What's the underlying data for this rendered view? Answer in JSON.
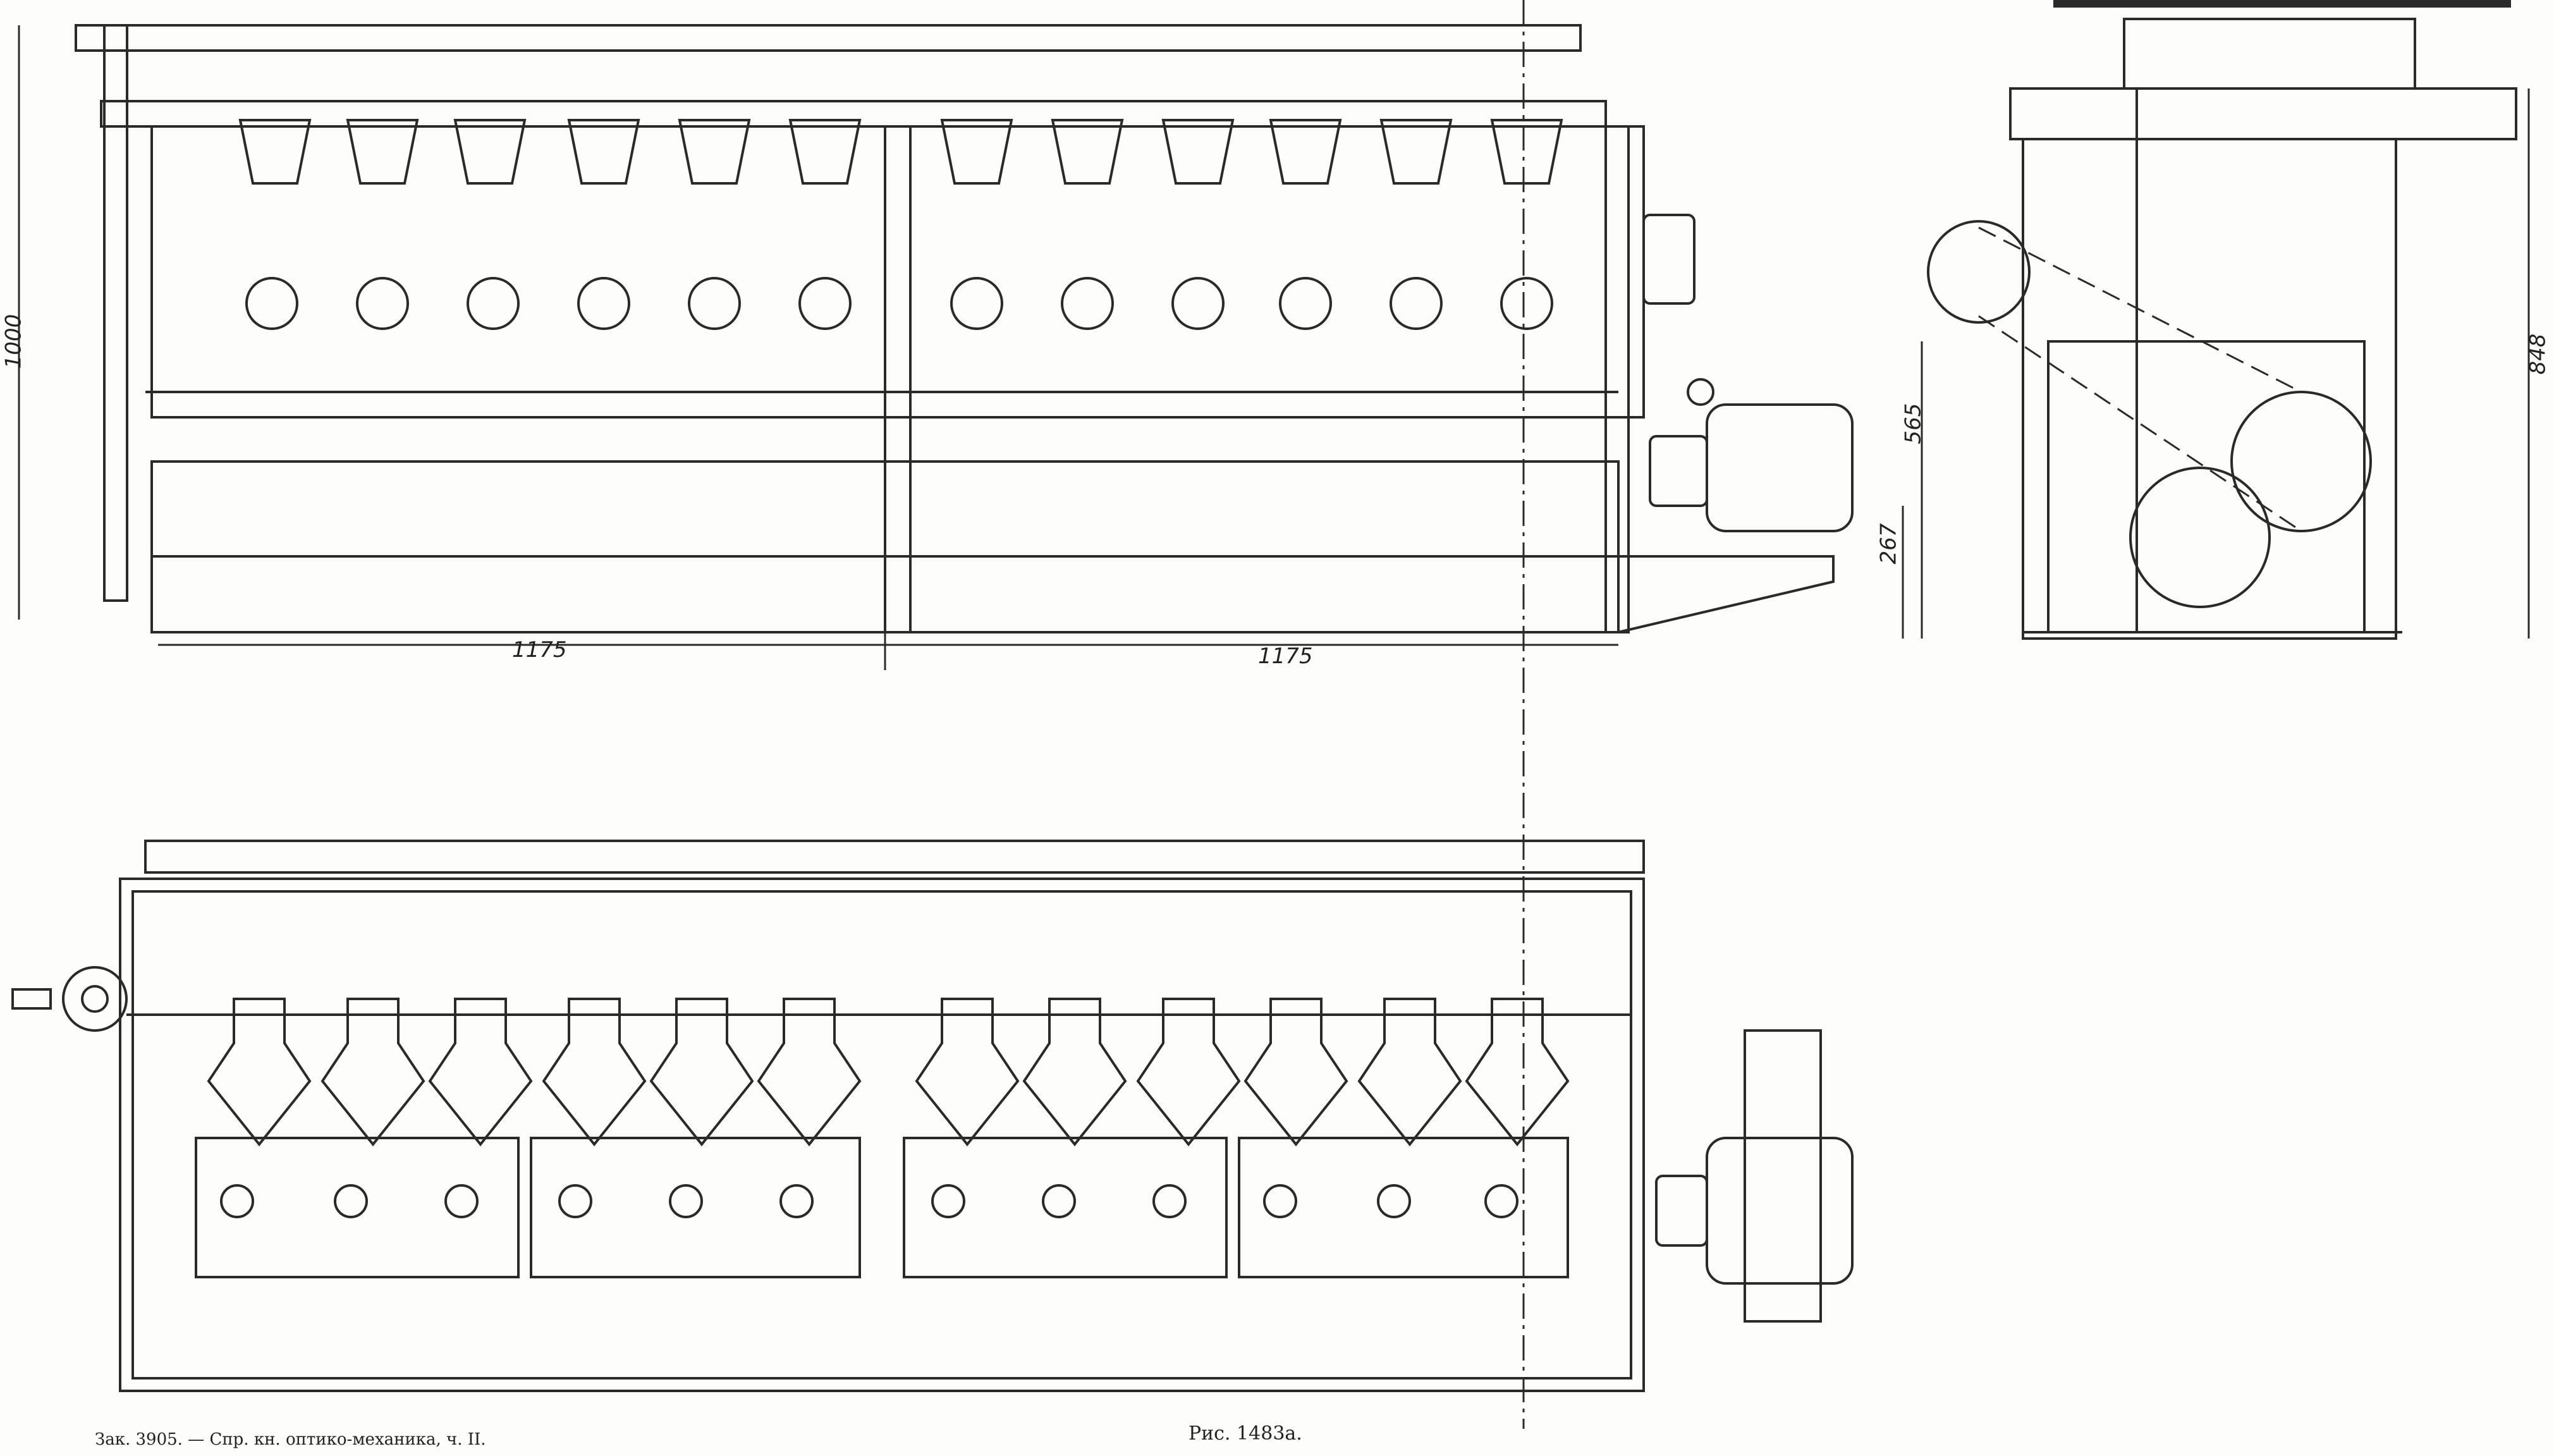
{
  "colors": {
    "ink": "#2a2a2a",
    "paper": "#fdfdfb"
  },
  "dimensions": {
    "height_1000": "1000",
    "length_left": "1175",
    "length_right": "1175",
    "height_565": "565",
    "height_267": "267",
    "height_848": "848"
  },
  "footer": {
    "order_note": "Зак. 3905. — Спр. кн. оптико-механика, ч. II.",
    "figure_caption": "Рис. 1483а."
  }
}
